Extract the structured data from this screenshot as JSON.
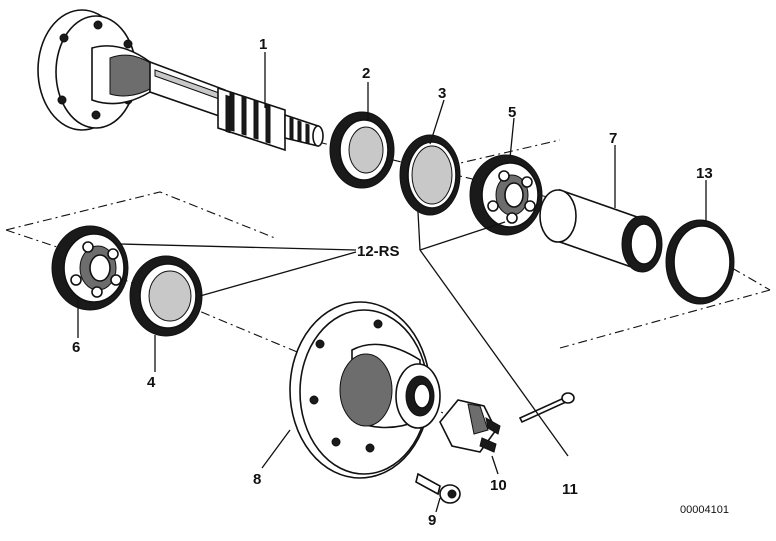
{
  "callouts": {
    "c1": "1",
    "c2": "2",
    "c3": "3",
    "c4": "4",
    "c5": "5",
    "c6": "6",
    "c7": "7",
    "c8": "8",
    "c9": "9",
    "c10": "10",
    "c11": "11",
    "c12": "12-RS",
    "c13": "13"
  },
  "part_number": "00004101"
}
